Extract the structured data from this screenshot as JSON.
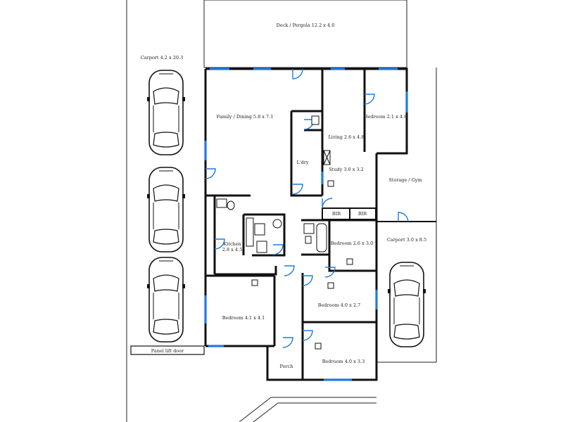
{
  "rooms": {
    "deck": "Deck / Pergola 12.2 x 4.0",
    "carport_left": "Carport 4.2 x 20.3",
    "family_dining": "Family / Dining 5.8 x 7.1",
    "living": "Living 2.6 x 4.8",
    "bedroom_top_right": "Bedroom 2.1 x 4.8",
    "laundry": "L'dry",
    "study": "Study 3.0 x 3.2",
    "storage_gym": "Storage / Gym",
    "bir_1": "BIR",
    "bir_2": "BIR",
    "kitchen_line1": "Kitchen",
    "kitchen_line2": "2.8 x 4.5",
    "bedroom_middle": "Bedroom 2.6 x 3.0",
    "carport_right": "Carport 3.0 x 8.5",
    "bedroom_lower": "Bedroom 4.0 x 2.7",
    "bedroom_master": "Bedroom 4.1 x 4.1",
    "bedroom_bottom": "Bedroom 4.0 x 3.3",
    "porch": "Porch",
    "panel_lift_door": "Panel lift door"
  },
  "colors": {
    "wall": "#111111",
    "opening": "#1f7ae0",
    "car": "#111111"
  },
  "icons": {
    "car": "car-topview-icon",
    "toilet": "toilet-icon",
    "basin": "basin-icon",
    "shower": "shower-icon",
    "bath": "bath-icon",
    "robe": "wardrobe-icon"
  }
}
